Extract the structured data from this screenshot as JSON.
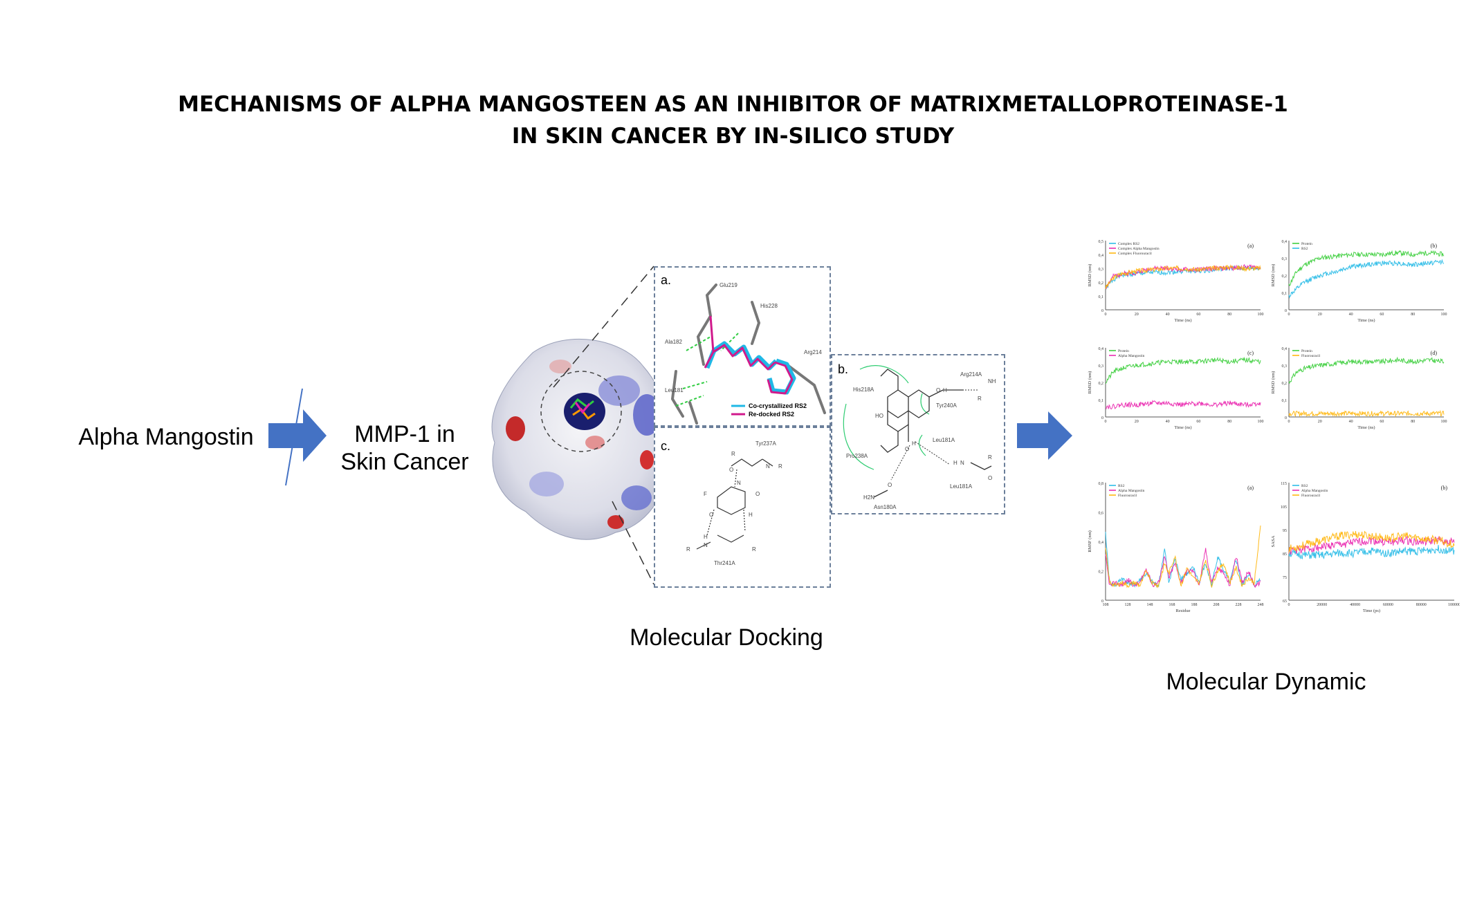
{
  "title": {
    "line1": "MECHANISMS OF ALPHA MANGOSTEEN AS AN INHIBITOR OF MATRIXMETALLOPROTEINASE-1",
    "line2": "IN SKIN CANCER BY IN-SILICO STUDY"
  },
  "flow": {
    "ligand_label": "Alpha Mangostin",
    "target_label_line1": "MMP-1 in",
    "target_label_line2": "Skin Cancer",
    "docking_label": "Molecular Docking",
    "dynamics_label": "Molecular Dynamic"
  },
  "docking": {
    "panel_a": {
      "label": "a.",
      "residues": [
        "Glu219",
        "His228",
        "Ala182",
        "Arg214",
        "Leu181"
      ],
      "legend": [
        "Co-crystallized RS2",
        "Re-docked RS2"
      ]
    },
    "panel_b": {
      "label": "b.",
      "residues": [
        "Arg214A",
        "His218A",
        "Tyr240A",
        "Leu181A",
        "Pro238A",
        "Leu181A",
        "Asn180A"
      ],
      "atoms": [
        "HO",
        "O",
        "H",
        "NH",
        "R",
        "O",
        "H",
        "N",
        "H",
        "H2N",
        "O",
        "R",
        "O"
      ]
    },
    "panel_c": {
      "label": "c.",
      "residues": [
        "Tyr237A",
        "Thr241A"
      ],
      "atoms": [
        "R",
        "O",
        "N",
        "R",
        "F",
        "O",
        "N",
        "H",
        "O",
        "N",
        "H",
        "R",
        "R"
      ]
    }
  },
  "colors": {
    "arrow": "#4472c4",
    "panel_border": "#6b7f9a",
    "rs2": "#1fb8e6",
    "alpha_mangostin": "#e91eac",
    "fluorouracil": "#ffb300",
    "protein": "#33cc33"
  },
  "chart_data": [
    {
      "type": "line",
      "panel_label": "(a)",
      "xlabel": "Time (ns)",
      "ylabel": "RMSD (nm)",
      "xlim": [
        0,
        100
      ],
      "ylim": [
        0,
        0.5
      ],
      "xticks": [
        "0",
        "20",
        "40",
        "60",
        "80",
        "100"
      ],
      "yticks": [
        "0",
        "0,1",
        "0,2",
        "0,3",
        "0,4",
        "0,5"
      ],
      "series": [
        {
          "name": "Complex RS2",
          "color": "#1fb8e6",
          "x": [
            0,
            5,
            10,
            20,
            30,
            40,
            50,
            60,
            70,
            80,
            90,
            100
          ],
          "values": [
            0.15,
            0.22,
            0.25,
            0.26,
            0.27,
            0.27,
            0.28,
            0.28,
            0.29,
            0.3,
            0.3,
            0.3
          ]
        },
        {
          "name": "Complex Alpha Mangostin",
          "color": "#e91eac",
          "x": [
            0,
            5,
            10,
            20,
            30,
            40,
            50,
            60,
            70,
            80,
            90,
            100
          ],
          "values": [
            0.16,
            0.24,
            0.26,
            0.27,
            0.3,
            0.3,
            0.29,
            0.29,
            0.3,
            0.3,
            0.31,
            0.31
          ]
        },
        {
          "name": "Complex Fluorouracil",
          "color": "#ffb300",
          "x": [
            0,
            5,
            10,
            20,
            30,
            40,
            50,
            60,
            70,
            80,
            90,
            100
          ],
          "values": [
            0.16,
            0.23,
            0.26,
            0.28,
            0.29,
            0.3,
            0.3,
            0.29,
            0.3,
            0.31,
            0.3,
            0.3
          ]
        }
      ]
    },
    {
      "type": "line",
      "panel_label": "(b)",
      "xlabel": "Time (ns)",
      "ylabel": "RMSD (nm)",
      "xlim": [
        0,
        100
      ],
      "ylim": [
        0,
        0.4
      ],
      "xticks": [
        "0",
        "20",
        "40",
        "60",
        "80",
        "100"
      ],
      "yticks": [
        "0",
        "0,1",
        "0,2",
        "0,3",
        "0,4"
      ],
      "series": [
        {
          "name": "Protein",
          "color": "#33cc33",
          "x": [
            0,
            5,
            10,
            20,
            30,
            40,
            50,
            60,
            70,
            80,
            90,
            100
          ],
          "values": [
            0.14,
            0.22,
            0.26,
            0.3,
            0.31,
            0.32,
            0.32,
            0.32,
            0.33,
            0.32,
            0.33,
            0.32
          ]
        },
        {
          "name": "RS2",
          "color": "#1fb8e6",
          "x": [
            0,
            5,
            10,
            20,
            30,
            40,
            50,
            60,
            70,
            80,
            90,
            100
          ],
          "values": [
            0.08,
            0.12,
            0.16,
            0.2,
            0.22,
            0.25,
            0.26,
            0.27,
            0.27,
            0.26,
            0.27,
            0.28
          ]
        }
      ]
    },
    {
      "type": "line",
      "panel_label": "(c)",
      "xlabel": "Time (ns)",
      "ylabel": "RMSD (nm)",
      "xlim": [
        0,
        100
      ],
      "ylim": [
        0,
        0.4
      ],
      "xticks": [
        "0",
        "20",
        "40",
        "60",
        "80",
        "100"
      ],
      "yticks": [
        "0",
        "0,1",
        "0,2",
        "0,3",
        "0,4"
      ],
      "series": [
        {
          "name": "Protein",
          "color": "#33cc33",
          "x": [
            0,
            5,
            10,
            20,
            30,
            40,
            50,
            60,
            70,
            80,
            90,
            100
          ],
          "values": [
            0.2,
            0.26,
            0.28,
            0.3,
            0.31,
            0.32,
            0.32,
            0.32,
            0.33,
            0.32,
            0.33,
            0.32
          ]
        },
        {
          "name": "Alpha Mangostin",
          "color": "#e91eac",
          "x": [
            0,
            5,
            10,
            20,
            30,
            40,
            50,
            60,
            70,
            80,
            90,
            100
          ],
          "values": [
            0.06,
            0.06,
            0.07,
            0.07,
            0.08,
            0.08,
            0.07,
            0.08,
            0.07,
            0.08,
            0.07,
            0.08
          ]
        }
      ]
    },
    {
      "type": "line",
      "panel_label": "(d)",
      "xlabel": "Time (ns)",
      "ylabel": "RMSD (nm)",
      "xlim": [
        0,
        100
      ],
      "ylim": [
        0,
        0.4
      ],
      "xticks": [
        "0",
        "20",
        "40",
        "60",
        "80",
        "100"
      ],
      "yticks": [
        "0",
        "0,1",
        "0,2",
        "0,3",
        "0,4"
      ],
      "series": [
        {
          "name": "Protein",
          "color": "#33cc33",
          "x": [
            0,
            5,
            10,
            20,
            30,
            40,
            50,
            60,
            70,
            80,
            90,
            100
          ],
          "values": [
            0.2,
            0.26,
            0.28,
            0.3,
            0.31,
            0.32,
            0.32,
            0.32,
            0.33,
            0.32,
            0.33,
            0.32
          ]
        },
        {
          "name": "Fluorouracil",
          "color": "#ffb300",
          "x": [
            0,
            5,
            10,
            20,
            30,
            40,
            50,
            60,
            70,
            80,
            90,
            100
          ],
          "values": [
            0.02,
            0.02,
            0.02,
            0.02,
            0.02,
            0.02,
            0.02,
            0.02,
            0.02,
            0.02,
            0.02,
            0.02
          ]
        }
      ]
    },
    {
      "type": "line",
      "panel_label": "(a)",
      "xlabel": "Residue",
      "ylabel": "RMSF (nm)",
      "xlim": [
        108,
        260
      ],
      "ylim": [
        0,
        0.8
      ],
      "xticks": [
        "108",
        "128",
        "148",
        "168",
        "188",
        "208",
        "228",
        "248"
      ],
      "yticks": [
        "0",
        "0,2",
        "0,4",
        "0,6",
        "0,8"
      ],
      "series": [
        {
          "name": "RS2",
          "color": "#1fb8e6",
          "x": [
            108,
            112,
            118,
            124,
            130,
            136,
            142,
            148,
            154,
            160,
            166,
            170,
            176,
            182,
            188,
            194,
            200,
            206,
            212,
            218,
            224,
            230,
            236,
            242,
            248,
            254,
            260
          ],
          "values": [
            0.45,
            0.12,
            0.1,
            0.15,
            0.12,
            0.1,
            0.14,
            0.18,
            0.12,
            0.1,
            0.35,
            0.12,
            0.28,
            0.15,
            0.18,
            0.22,
            0.12,
            0.25,
            0.1,
            0.3,
            0.2,
            0.12,
            0.28,
            0.1,
            0.18,
            0.1,
            0.15
          ]
        },
        {
          "name": "Alpha Mangostin",
          "color": "#e91eac",
          "x": [
            108,
            112,
            118,
            124,
            130,
            136,
            142,
            148,
            154,
            160,
            166,
            170,
            176,
            182,
            188,
            194,
            200,
            206,
            212,
            218,
            224,
            230,
            236,
            242,
            248,
            254,
            260
          ],
          "values": [
            0.3,
            0.1,
            0.12,
            0.1,
            0.14,
            0.1,
            0.12,
            0.22,
            0.1,
            0.12,
            0.3,
            0.15,
            0.25,
            0.12,
            0.2,
            0.2,
            0.1,
            0.35,
            0.12,
            0.22,
            0.18,
            0.1,
            0.3,
            0.12,
            0.2,
            0.1,
            0.12
          ]
        },
        {
          "name": "Fluorouracil",
          "color": "#ffb300",
          "x": [
            108,
            112,
            118,
            124,
            130,
            136,
            142,
            148,
            154,
            160,
            166,
            170,
            176,
            182,
            188,
            194,
            200,
            206,
            212,
            218,
            224,
            230,
            236,
            242,
            248,
            254,
            260
          ],
          "values": [
            0.35,
            0.12,
            0.1,
            0.12,
            0.1,
            0.12,
            0.1,
            0.2,
            0.12,
            0.1,
            0.25,
            0.18,
            0.3,
            0.1,
            0.22,
            0.15,
            0.12,
            0.28,
            0.1,
            0.2,
            0.25,
            0.12,
            0.22,
            0.1,
            0.15,
            0.12,
            0.5
          ]
        }
      ]
    },
    {
      "type": "line",
      "panel_label": "(b)",
      "xlabel": "Time (ps)",
      "ylabel": "SASA",
      "xlim": [
        0,
        100000
      ],
      "ylim": [
        65,
        120
      ],
      "xticks": [
        "0",
        "20000",
        "40000",
        "60000",
        "80000",
        "100000"
      ],
      "yticks": [
        "65",
        "75",
        "85",
        "95",
        "105",
        "115"
      ],
      "series": [
        {
          "name": "RS2",
          "color": "#1fb8e6",
          "x": [
            0,
            10000,
            20000,
            30000,
            40000,
            50000,
            60000,
            70000,
            80000,
            90000,
            100000
          ],
          "values": [
            87,
            86,
            86,
            87,
            87,
            88,
            87,
            88,
            88,
            89,
            88
          ]
        },
        {
          "name": "Alpha Mangostin",
          "color": "#e91eac",
          "x": [
            0,
            10000,
            20000,
            30000,
            40000,
            50000,
            60000,
            70000,
            80000,
            90000,
            100000
          ],
          "values": [
            88,
            89,
            90,
            91,
            92,
            93,
            92,
            93,
            92,
            93,
            92
          ]
        },
        {
          "name": "Fluorouracil",
          "color": "#ffb300",
          "x": [
            0,
            10000,
            20000,
            30000,
            40000,
            50000,
            60000,
            70000,
            80000,
            90000,
            100000
          ],
          "values": [
            89,
            91,
            93,
            95,
            96,
            95,
            94,
            95,
            94,
            93,
            91
          ]
        }
      ]
    }
  ]
}
